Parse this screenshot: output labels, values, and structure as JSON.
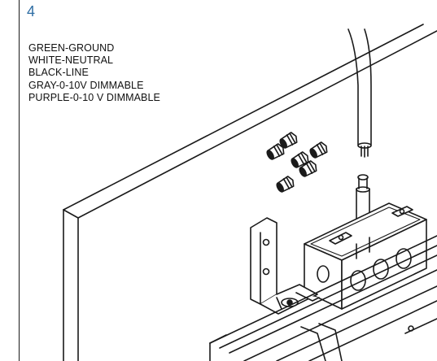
{
  "step": {
    "number": "4"
  },
  "wire_legend": {
    "items": [
      "GREEN-GROUND",
      "WHITE-NEUTRAL",
      "BLACK-LINE",
      "GRAY-0-10V DIMMABLE",
      "PURPLE-0-10 V DIMMABLE"
    ]
  },
  "colors": {
    "line": "#1a1a1a",
    "step_number": "#2e6da4",
    "background": "#ffffff"
  },
  "illustration": {
    "parts": [
      "ceiling-panel",
      "supply-cable",
      "wire-nuts",
      "junction-box",
      "mounting-bracket",
      "fixture-housing"
    ]
  }
}
